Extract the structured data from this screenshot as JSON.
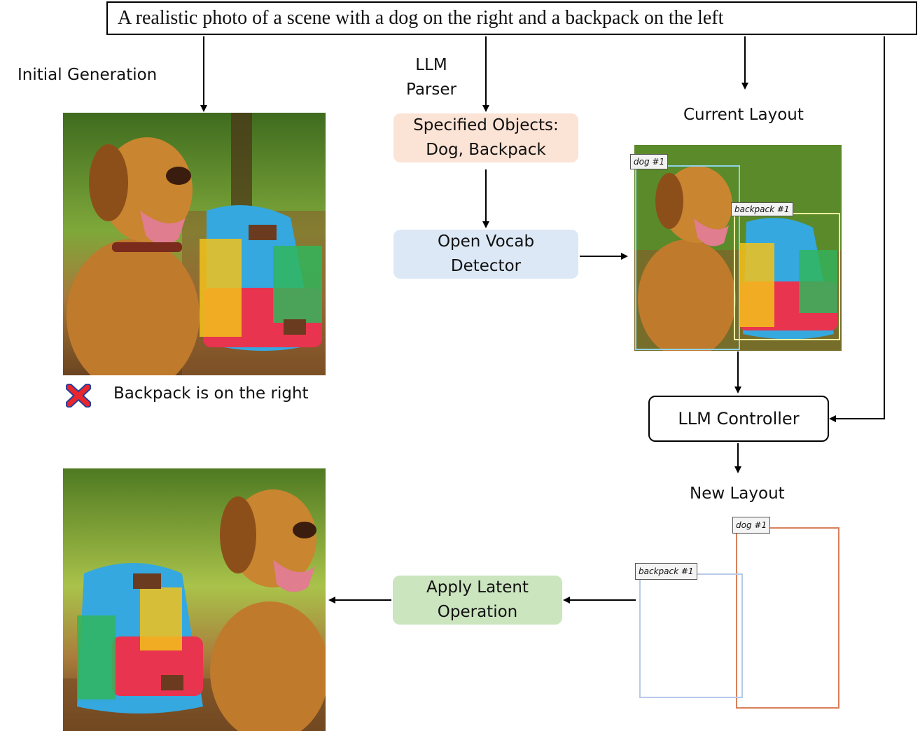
{
  "prompt": "A realistic photo of a scene with a dog on the right and a backpack on the left",
  "initial_generation_label": "Initial Generation",
  "llm_parser_label": {
    "line1": "LLM",
    "line2": "Parser"
  },
  "specified_objects": {
    "line1": "Specified Objects:",
    "line2": "Dog, Backpack"
  },
  "detector": {
    "line1": "Open Vocab",
    "line2": "Detector"
  },
  "current_layout_label": "Current Layout",
  "current_boxes": {
    "dog": "dog #1",
    "backpack": "backpack #1"
  },
  "verdict": "Backpack is on the right",
  "controller_label": "LLM Controller",
  "new_layout_label": "New Layout",
  "new_boxes": {
    "dog": "dog #1",
    "backpack": "backpack #1"
  },
  "apply_latent": {
    "line1": "Apply Latent",
    "line2": "Operation"
  },
  "colors": {
    "specified_objects_bg": "#fbe3d5",
    "detector_bg": "#dce8f6",
    "apply_latent_bg": "#cbe5bf",
    "dog_box_current": "#8fd3e6",
    "backpack_box_current": "#f0f0a0",
    "dog_box_new": "#d9805a",
    "backpack_box_new": "#b8c9ea",
    "cross": "#e8262c"
  },
  "icons": [
    "cross-icon"
  ]
}
